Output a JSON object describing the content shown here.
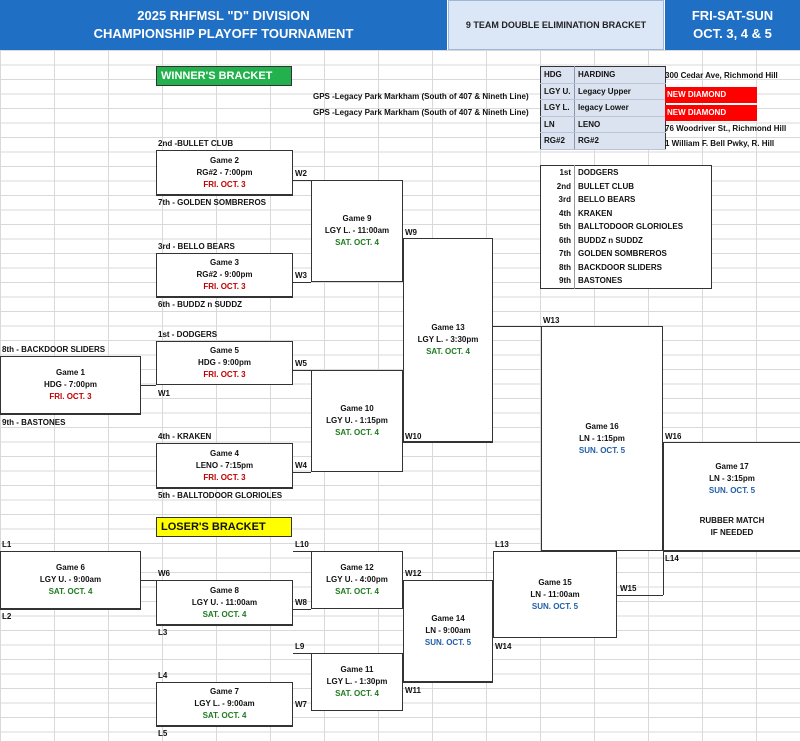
{
  "header": {
    "title_line1": "2025 RHFMSL \"D\" DIVISION",
    "title_line2": "CHAMPIONSHIP PLAYOFF TOURNAMENT",
    "format": "9 TEAM DOUBLE ELIMINATION BRACKET",
    "days": "FRI-SAT-SUN",
    "dates": "OCT. 3, 4 & 5"
  },
  "colors": {
    "header_blue": "#1f6fc5",
    "winners_green": "#22b14c",
    "losers_yellow": "#ffff00",
    "new_diamond_red": "#ff0000"
  },
  "banners": {
    "winners": "WINNER'S BRACKET",
    "losers": "LOSER'S BRACKET"
  },
  "gps": [
    "GPS -Legacy Park Markham (South of 407 & Nineth Line)",
    "GPS -Legacy Park Markham (South of 407 & Nineth Line)"
  ],
  "venues": [
    {
      "code": "HDG",
      "name": "HARDING",
      "location": "300 Cedar Ave, Richmond Hill"
    },
    {
      "code": "LGY U.",
      "name": "Legacy Upper",
      "location": "NEW DIAMOND"
    },
    {
      "code": "LGY L.",
      "name": "legacy Lower",
      "location": "NEW DIAMOND"
    },
    {
      "code": "LN",
      "name": "LENO",
      "location": "76 Woodriver St., Richmond Hill"
    },
    {
      "code": "RG#2",
      "name": "RG#2",
      "location": "1 William F. Bell Pwky, R. Hill"
    }
  ],
  "seeds": [
    {
      "rank": "1st",
      "team": "DODGERS"
    },
    {
      "rank": "2nd",
      "team": "BULLET CLUB"
    },
    {
      "rank": "3rd",
      "team": "BELLO BEARS"
    },
    {
      "rank": "4th",
      "team": "KRAKEN"
    },
    {
      "rank": "5th",
      "team": "BALLTODOOR GLORIOLES"
    },
    {
      "rank": "6th",
      "team": "BUDDZ n SUDDZ"
    },
    {
      "rank": "7th",
      "team": "GOLDEN SOMBREROS"
    },
    {
      "rank": "8th",
      "team": "BACKDOOR SLIDERS"
    },
    {
      "rank": "9th",
      "team": "BASTONES"
    }
  ],
  "teams": {
    "t2": "2nd -BULLET CLUB",
    "t7": "7th - GOLDEN SOMBREROS",
    "t3": "3rd - BELLO BEARS",
    "t6": "6th - BUDDZ n SUDDZ",
    "t1": "1st - DODGERS",
    "t8": "8th - BACKDOOR SLIDERS",
    "t9": "9th - BASTONES",
    "t4": "4th - KRAKEN",
    "t5": "5th - BALLTODOOR GLORIOLES"
  },
  "games": {
    "g1": {
      "name": "Game 1",
      "where": "HDG - 7:00pm",
      "day": "FRI. OCT. 3"
    },
    "g2": {
      "name": "Game 2",
      "where": "RG#2 - 7:00pm",
      "day": "FRI. OCT. 3"
    },
    "g3": {
      "name": "Game 3",
      "where": "RG#2 - 9:00pm",
      "day": "FRI. OCT. 3"
    },
    "g4": {
      "name": "Game 4",
      "where": "LENO - 7:15pm",
      "day": "FRI. OCT. 3"
    },
    "g5": {
      "name": "Game 5",
      "where": "HDG - 9:00pm",
      "day": "FRI. OCT. 3"
    },
    "g6": {
      "name": "Game 6",
      "where": "LGY U. - 9:00am",
      "day": "SAT. OCT. 4"
    },
    "g7": {
      "name": "Game 7",
      "where": "LGY L. - 9:00am",
      "day": "SAT. OCT. 4"
    },
    "g8": {
      "name": "Game 8",
      "where": "LGY U. - 11:00am",
      "day": "SAT. OCT. 4"
    },
    "g9": {
      "name": "Game 9",
      "where": "LGY L. - 11:00am",
      "day": "SAT. OCT. 4"
    },
    "g10": {
      "name": "Game 10",
      "where": "LGY U. - 1:15pm",
      "day": "SAT. OCT. 4"
    },
    "g11": {
      "name": "Game 11",
      "where": "LGY L. - 1:30pm",
      "day": "SAT. OCT. 4"
    },
    "g12": {
      "name": "Game 12",
      "where": "LGY U. - 4:00pm",
      "day": "SAT. OCT. 4"
    },
    "g13": {
      "name": "Game 13",
      "where": "LGY L. - 3:30pm",
      "day": "SAT. OCT. 4"
    },
    "g14": {
      "name": "Game 14",
      "where": "LN - 9:00am",
      "day": "SUN. OCT. 5"
    },
    "g15": {
      "name": "Game 15",
      "where": "LN - 11:00am",
      "day": "SUN. OCT. 5"
    },
    "g16": {
      "name": "Game 16",
      "where": "LN - 1:15pm",
      "day": "SUN. OCT. 5"
    },
    "g17": {
      "name": "Game 17",
      "where": "LN - 3:15pm",
      "day": "SUN. OCT. 5",
      "note1": "RUBBER MATCH",
      "note2": "IF NEEDED"
    }
  },
  "labels": {
    "w1": "W1",
    "w2": "W2",
    "w3": "W3",
    "w4": "W4",
    "w5": "W5",
    "w6": "W6",
    "w7": "W7",
    "w8": "W8",
    "w9": "W9",
    "w10": "W10",
    "w11": "W11",
    "w12": "W12",
    "w13": "W13",
    "w14": "W14",
    "w15": "W15",
    "w16": "W16",
    "l1": "L1",
    "l2": "L2",
    "l3": "L3",
    "l4": "L4",
    "l5": "L5",
    "l9": "L9",
    "l10": "L10",
    "l13": "L13",
    "l14": "L14"
  }
}
